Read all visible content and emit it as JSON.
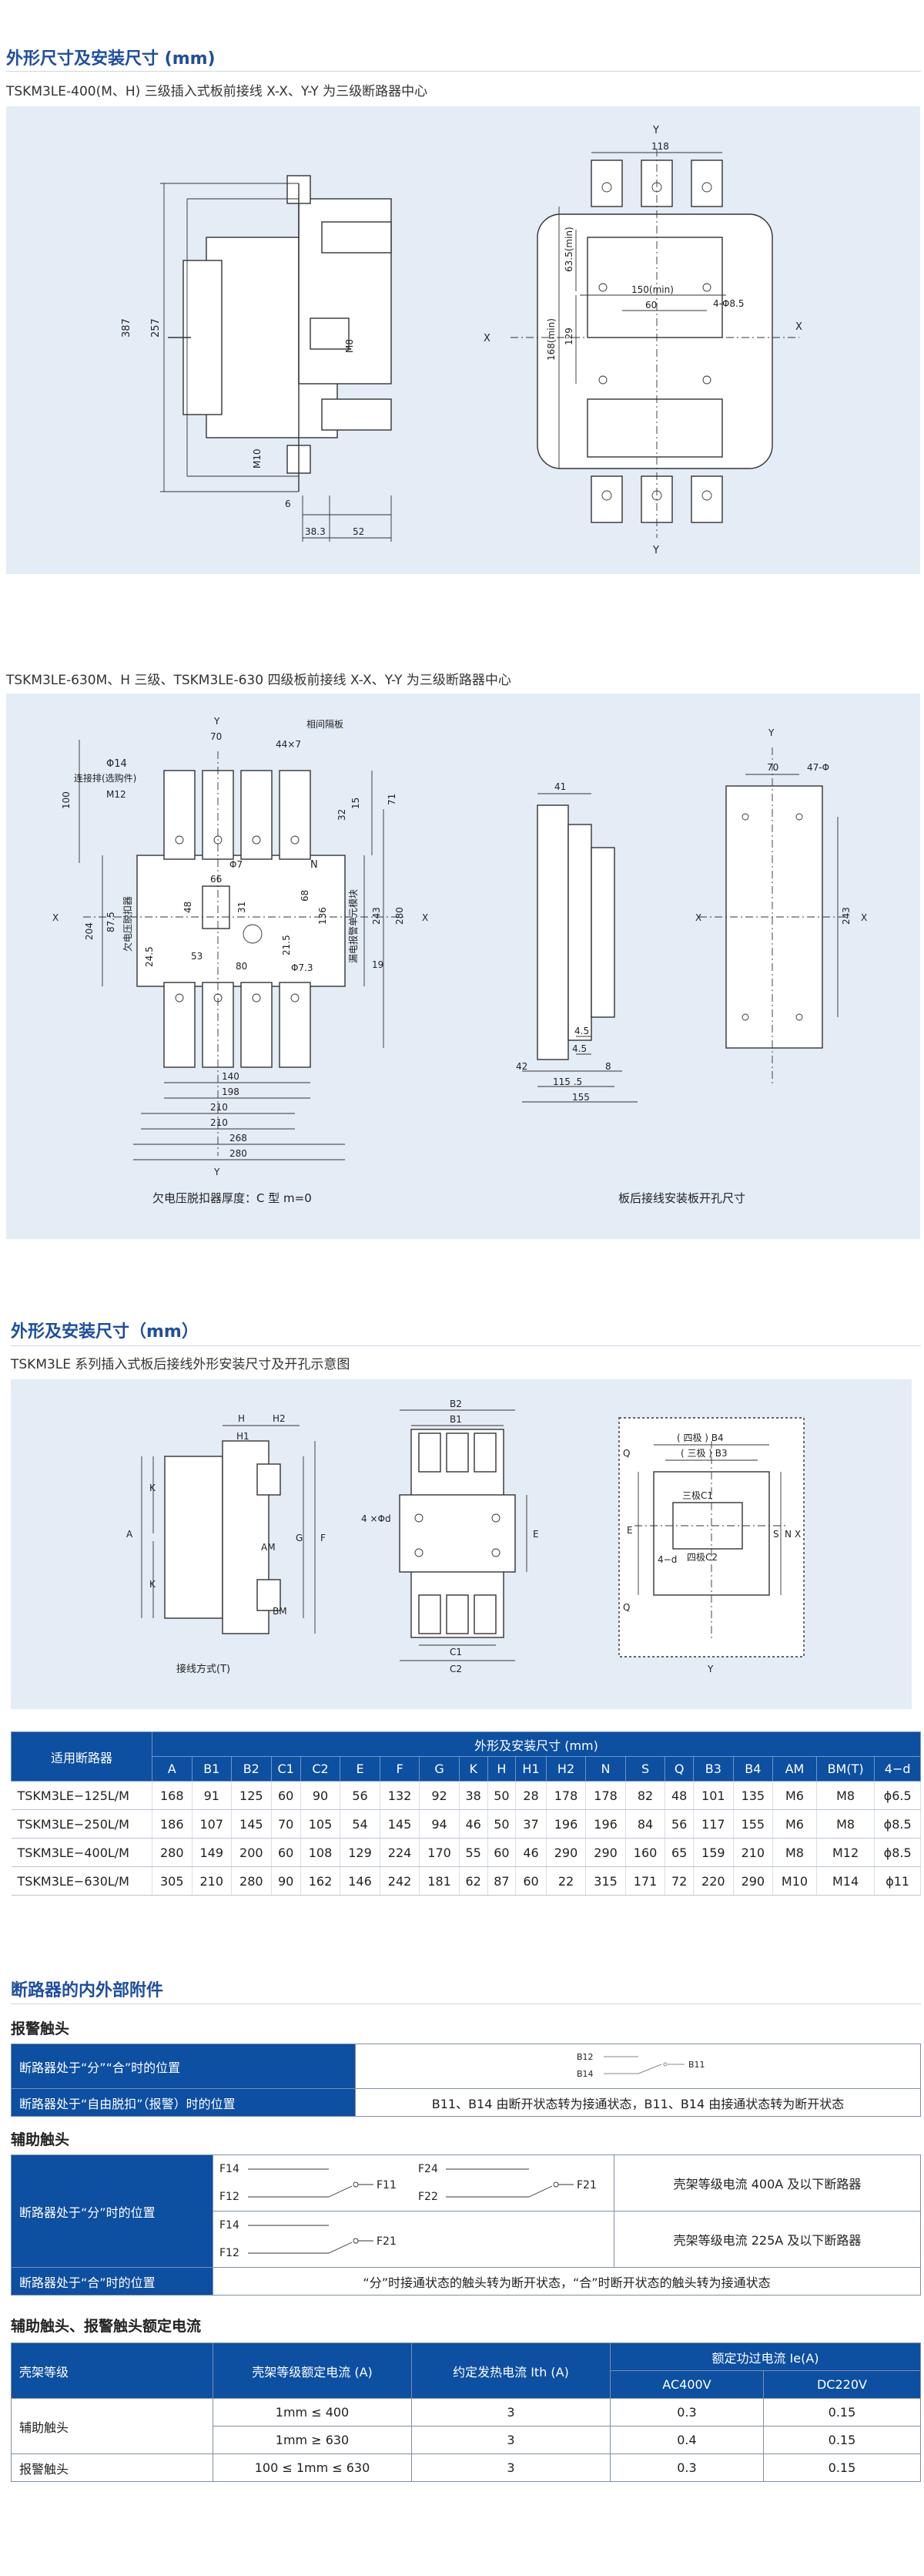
{
  "section1": {
    "title": "外形尺寸及安装尺寸 (mm)",
    "fig1_caption": "TSKM3LE-400(M、H) 三级插入式板前接线 X-X、Y-Y 为三级断路器中心",
    "fig1_labels": {
      "h387": "387",
      "h257": "257",
      "m8": "M8",
      "m10": "M10",
      "w6": "6",
      "w38": "38.3",
      "w52": "52",
      "y": "Y",
      "x": "X",
      "w118": "118",
      "w150": "150(min)",
      "w60": "60",
      "holes": "4-Φ8.5",
      "h63": "63.5(min)",
      "h129": "129",
      "h168": "168(min)"
    },
    "fig2_caption": "TSKM3LE-630M、H 三级、TSKM3LE-630 四级板前接线 X-X、Y-Y 为三级断路器中心",
    "fig2_labels": {
      "phi14": "Φ14",
      "conn": "连接排(选购件)",
      "m12": "M12",
      "w70": "70",
      "w44": "44×7",
      "insul": "相间隔板",
      "h100": "100",
      "h71": "71",
      "h32": "32",
      "h15": "15",
      "phi7": "Φ7",
      "n": "N",
      "h204": "204",
      "h87": "87.5",
      "uv": "欠电压脱扣器",
      "w66": "66",
      "h48": "48",
      "h31": "31",
      "h68": "68",
      "h136": "136",
      "h243": "243",
      "h280": "280",
      "leak": "漏电报警单元模块",
      "h24": "24.5",
      "w53": "53",
      "w80": "80",
      "h21": "21.5",
      "phi73": "Φ7.3",
      "w19": "19",
      "w140": "140",
      "w198": "198",
      "w210a": "210",
      "w210b": "210",
      "w268": "268",
      "w280": "280",
      "w41": "41",
      "w45a": "4.5",
      "w45b": "4.5",
      "w8": "8",
      "w42": "42",
      "w115": "115 .5",
      "w155": "155",
      "w70b": "70",
      "phi47": "47-Φ",
      "h243b": "243",
      "x": "X",
      "y": "Y",
      "cap_left": "欠电压脱扣器厚度：C 型 m=0",
      "cap_right": "板后接线安装板开孔尺寸"
    }
  },
  "section2": {
    "title": "外形及安装尺寸（mm）",
    "fig_caption": "TSKM3LE 系列插入式板后接线外形安装尺寸及开孔示意图",
    "labels": {
      "h": "H",
      "h2": "H2",
      "h1": "H1",
      "k": "K",
      "a": "A",
      "g": "G",
      "f": "F",
      "am": "AM",
      "bm": "BM",
      "wiring": "接线方式(T)",
      "b2": "B2",
      "b1": "B1",
      "e": "E",
      "c1": "C1",
      "c2": "C2",
      "hole4": "4 ×Φd",
      "b4": "( 四极 ) B4",
      "b3": "( 三极 ) B3",
      "c1b": "三极C1",
      "c2b": "四极C2",
      "q": "Q",
      "s": "S",
      "n": "N",
      "x": "X",
      "y": "Y",
      "d4": "4−d"
    }
  },
  "dim_table": {
    "col_model": "适用断路器",
    "group": "外形及安装尺寸 (mm)",
    "cols": [
      "A",
      "B1",
      "B2",
      "C1",
      "C2",
      "E",
      "F",
      "G",
      "K",
      "H",
      "H1",
      "H2",
      "N",
      "S",
      "Q",
      "B3",
      "B4",
      "AM",
      "BM(T)",
      "4−d"
    ],
    "rows": [
      {
        "model": "TSKM3LE−125L/M",
        "v": [
          "168",
          "91",
          "125",
          "60",
          "90",
          "56",
          "132",
          "92",
          "38",
          "50",
          "28",
          "178",
          "178",
          "82",
          "48",
          "101",
          "135",
          "M6",
          "M8",
          "ϕ6.5"
        ]
      },
      {
        "model": "TSKM3LE−250L/M",
        "v": [
          "186",
          "107",
          "145",
          "70",
          "105",
          "54",
          "145",
          "94",
          "46",
          "50",
          "37",
          "196",
          "196",
          "84",
          "56",
          "117",
          "155",
          "M6",
          "M8",
          "ϕ8.5"
        ]
      },
      {
        "model": "TSKM3LE−400L/M",
        "v": [
          "280",
          "149",
          "200",
          "60",
          "108",
          "129",
          "224",
          "170",
          "55",
          "60",
          "46",
          "290",
          "290",
          "160",
          "65",
          "159",
          "210",
          "M8",
          "M12",
          "ϕ8.5"
        ]
      },
      {
        "model": "TSKM3LE−630L/M",
        "v": [
          "305",
          "210",
          "280",
          "90",
          "162",
          "146",
          "242",
          "181",
          "62",
          "87",
          "60",
          "22",
          "315",
          "171",
          "72",
          "220",
          "290",
          "M10",
          "M14",
          "ϕ11"
        ]
      }
    ]
  },
  "accessories": {
    "title": "断路器的内外部附件",
    "alarm": {
      "title": "报警触头",
      "row1_label": "断路器处于“分”“合”时的位置",
      "b12": "B12",
      "b14": "B14",
      "b11": "B11",
      "row2_label": "断路器处于“自由脱扣”（报警）时的位置",
      "row2_text": "B11、B14 由断开状态转为接通状态，B11、B14 由接通状态转为断开状态"
    },
    "aux": {
      "title": "辅助触头",
      "row1_label": "断路器处于“分”时的位置",
      "f14": "F14",
      "f12": "F12",
      "f11": "F11",
      "f24": "F24",
      "f22": "F22",
      "f21": "F21",
      "f14b": "F14",
      "f12b": "F12",
      "f21b": "F21",
      "note1": "壳架等级电流 400A 及以下断路器",
      "note2": "壳架等级电流 225A 及以下断路器",
      "row2_label": "断路器处于“合”时的位置",
      "row2_text": "“分”时接通状态的触头转为断开状态，“合”时断开状态的触头转为接通状态"
    },
    "current": {
      "title": "辅助触头、报警触头额定电流",
      "h_class": "壳架等级",
      "h_rated": "壳架等级额定电流 (A)",
      "h_heat": "约定发热电流 Ith (A)",
      "h_group": "额定功过电流 Ie(A)",
      "h_ac": "AC400V",
      "h_dc": "DC220V",
      "rows": [
        {
          "cls": "辅助触头",
          "rated": "1mm ≤ 400",
          "heat": "3",
          "ac": "0.3",
          "dc": "0.15"
        },
        {
          "cls": "",
          "rated": "1mm ≥ 630",
          "heat": "3",
          "ac": "0.4",
          "dc": "0.15"
        },
        {
          "cls": "报警触头",
          "rated": "100 ≤ 1mm ≤ 630",
          "heat": "3",
          "ac": "0.3",
          "dc": "0.15"
        }
      ]
    }
  }
}
